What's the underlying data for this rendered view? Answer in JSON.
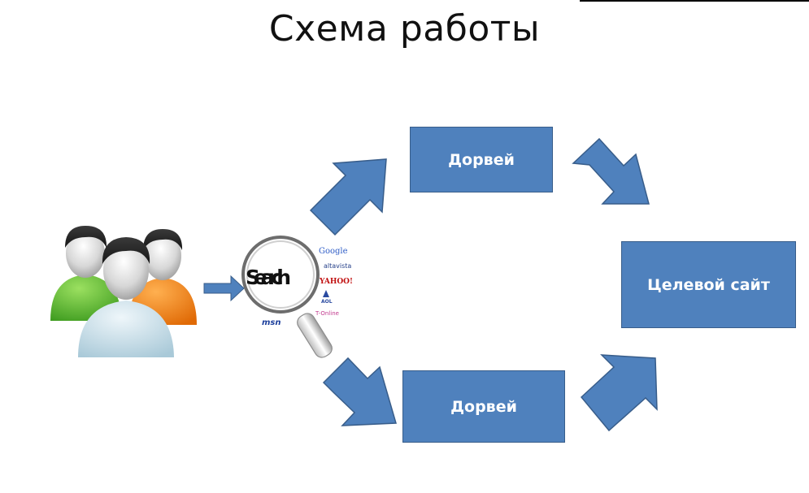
{
  "title": "Схема работы",
  "nodes": {
    "doorway_top": "Дорвей",
    "doorway_bottom": "Дорвей",
    "target_site": "Целевой сайт"
  },
  "search_graphic": {
    "word": "Search",
    "engines": [
      "Google",
      "altavista",
      "YAHOO!",
      "AOL",
      "T-Online",
      "msn"
    ]
  },
  "colors": {
    "box_fill": "#4f81bd",
    "box_border": "#385d8a",
    "arrow_fill": "#4f81bd"
  }
}
